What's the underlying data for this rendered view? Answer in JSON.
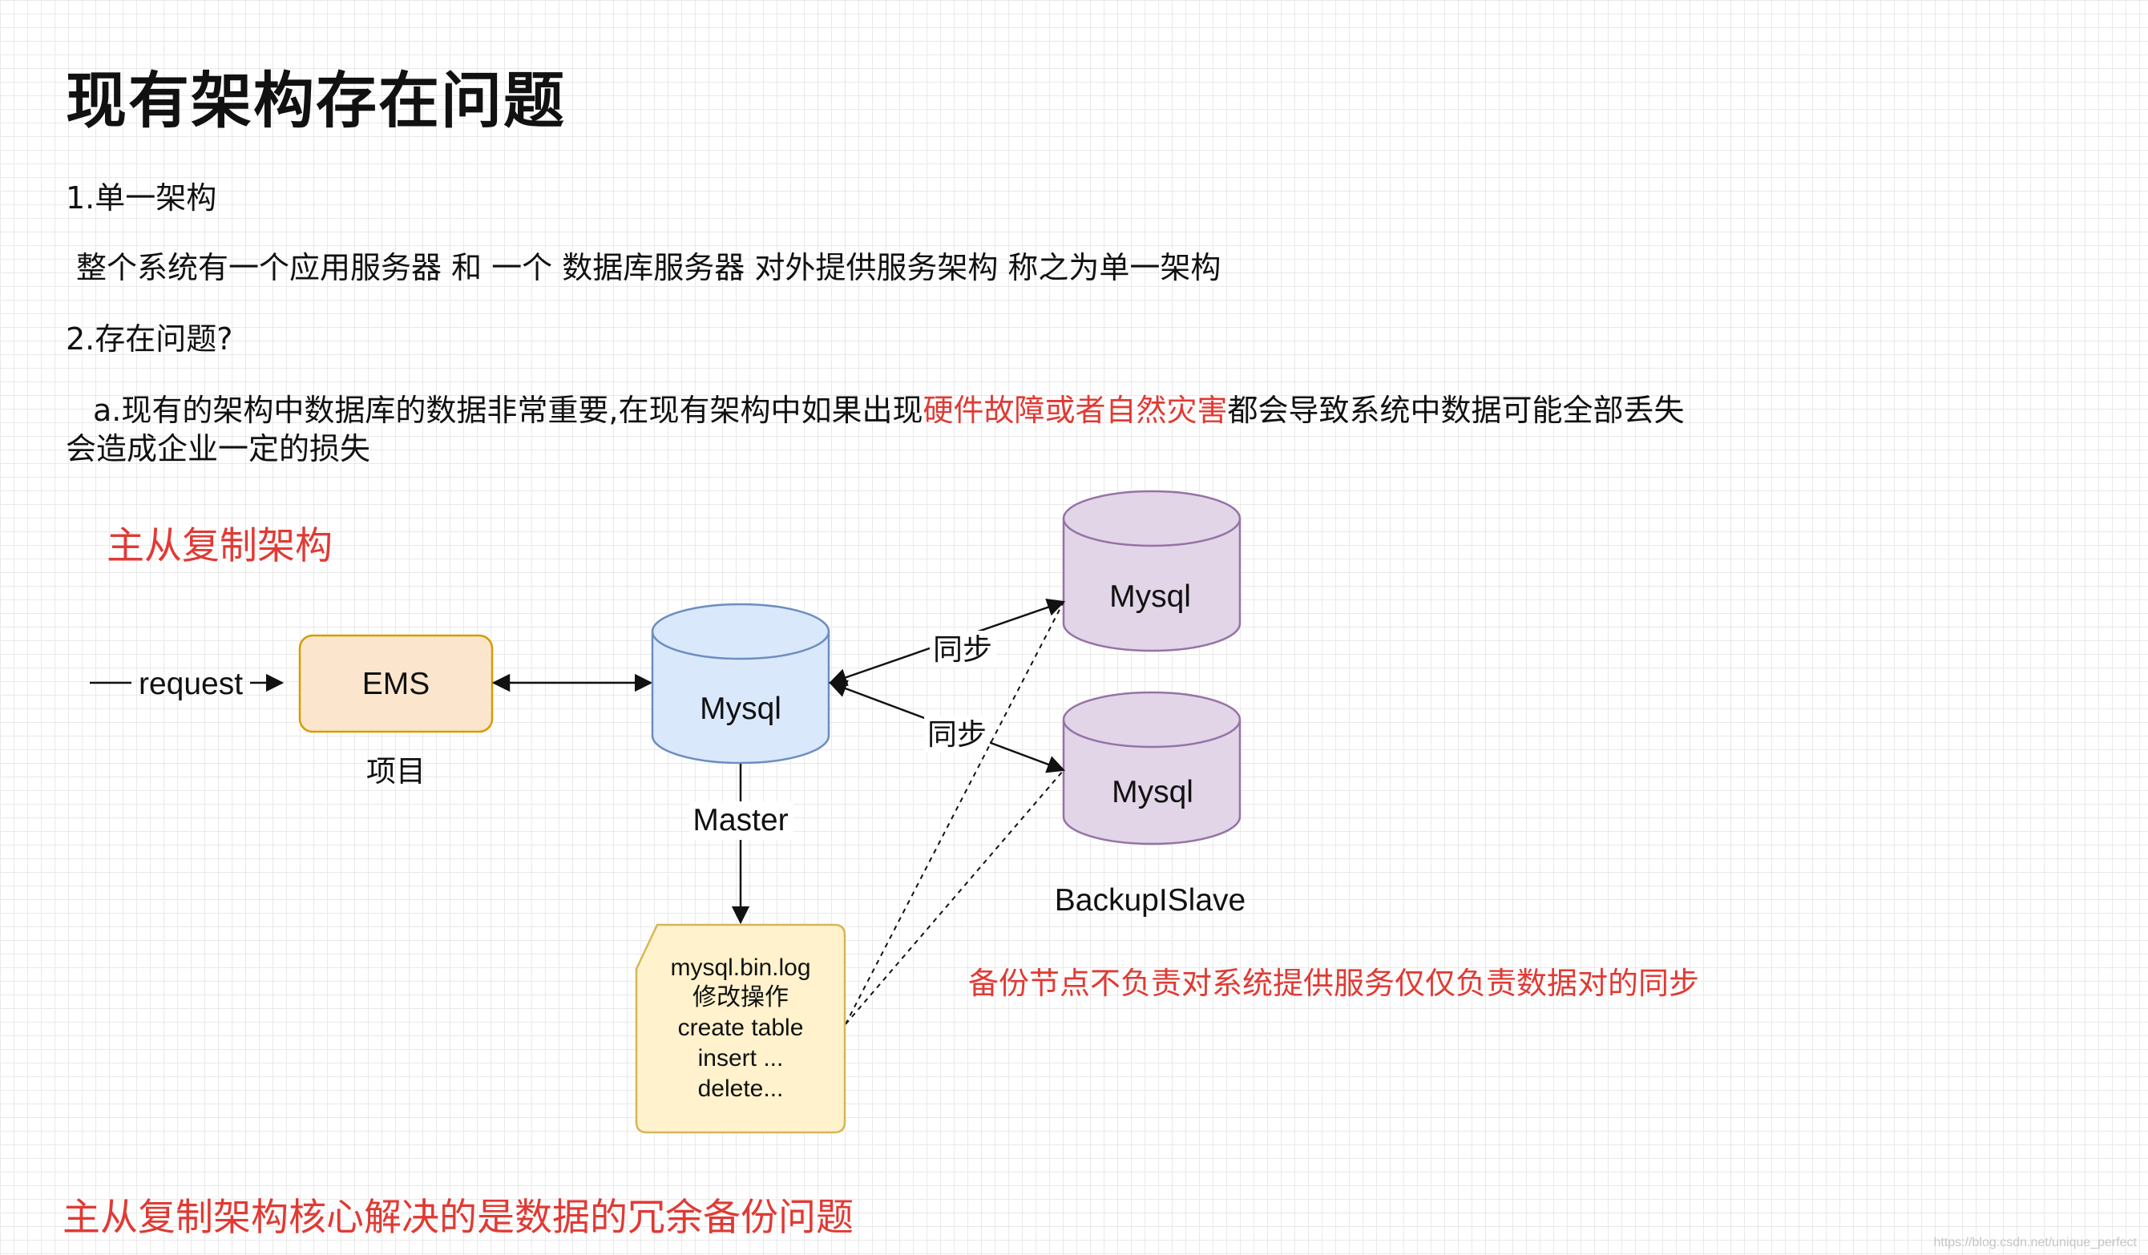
{
  "title": "现有架构存在问题",
  "section1": {
    "heading": "1.单一架构",
    "body": "整个系统有一个应用服务器 和 一个 数据库服务器 对外提供服务架构 称之为单一架构"
  },
  "section2": {
    "heading": "2.存在问题?",
    "body_before": "a.现有的架构中数据库的数据非常重要,在现有架构中如果出现",
    "body_highlight": "硬件故障或者自然灾害",
    "body_after": "都会导致系统中数据可能全部丢失",
    "body_line2": "会造成企业一定的损失"
  },
  "diagram": {
    "heading": "主从复制架构",
    "request_label": "request",
    "ems_label": "EMS",
    "ems_caption": "项目",
    "master_db_label": "Mysql",
    "master_caption": "Master",
    "slave1_label": "Mysql",
    "slave2_label": "Mysql",
    "slave_caption": "BackupISlave",
    "sync_label_1": "同步",
    "sync_label_2": "同步",
    "log_note": [
      "mysql.bin.log",
      "修改操作",
      "create table",
      "insert ...",
      "delete..."
    ],
    "backup_note": "备份节点不负责对系统提供服务仅仅负责数据对的同步",
    "conclusion": "主从复制架构核心解决的是数据的冗余备份问题"
  },
  "colors": {
    "ems_fill": "#fbe6cd",
    "ems_stroke": "#d79b00",
    "master_fill": "#dae8fc",
    "master_stroke": "#6c8ebf",
    "slave_fill": "#e1d5e7",
    "slave_stroke": "#9673a6",
    "note_fill": "#fff2cc",
    "note_stroke": "#d6b656",
    "highlight": "#e03a34"
  },
  "watermark": "https://blog.csdn.net/unique_perfect"
}
